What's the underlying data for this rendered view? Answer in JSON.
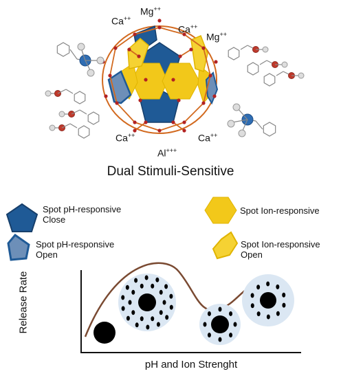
{
  "ions": {
    "ca_top_left": "Ca",
    "ca_top_left_charge": "++",
    "mg_top": "Mg",
    "mg_top_charge": "++",
    "ca_top_right": "Ca",
    "ca_top_right_charge": "++",
    "mg_right": "Mg",
    "mg_right_charge": "++",
    "ca_bottom_left": "Ca",
    "ca_bottom_left_charge": "++",
    "ca_bottom_right": "Ca",
    "ca_bottom_right_charge": "++",
    "al_bottom": "Al",
    "al_bottom_charge": "+++"
  },
  "title": "Dual Stimuli-Sensitive",
  "legend": {
    "ph_close": "Spot pH-responsive\nClose",
    "ph_open": "Spot pH-responsive\nOpen",
    "ion_resp": "Spot Ion-responsive",
    "ion_open": "Spot Ion-responsive\nOpen"
  },
  "graph": {
    "y_label": "Release Rate",
    "x_label": "pH and Ion Strenght"
  },
  "colors": {
    "blue": "#1f5a96",
    "yellow": "#f2c81a",
    "cage": "#d2691e",
    "curve": "#7a4a32",
    "halo": "#dbe7f3"
  }
}
